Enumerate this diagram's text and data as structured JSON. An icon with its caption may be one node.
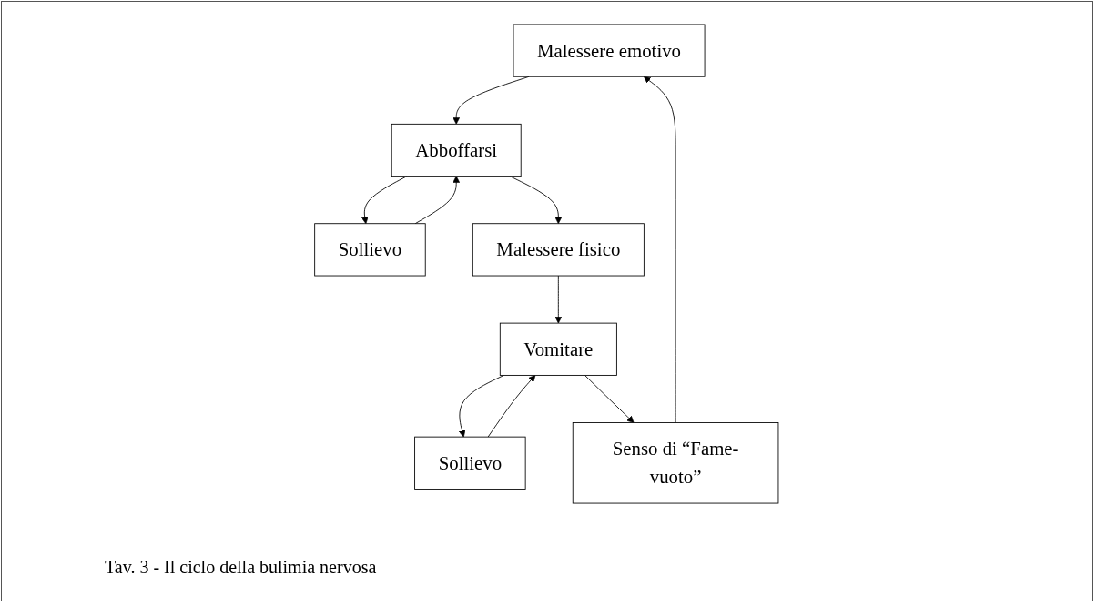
{
  "diagram": {
    "caption": "Tav. 3 - Il ciclo della bulimia nervosa",
    "nodes": [
      {
        "text": [
          "Malessere emotivo"
        ]
      },
      {
        "text": [
          "Abboffarsi"
        ]
      },
      {
        "text": [
          "Sollievo"
        ]
      },
      {
        "text": [
          "Malessere fisico"
        ]
      },
      {
        "text": [
          "Vomitare"
        ]
      },
      {
        "text": [
          "Sollievo"
        ]
      },
      {
        "text": [
          "Senso di “Fame-vuoto”"
        ]
      }
    ],
    "edges": [
      {
        "from": 0,
        "to": 1,
        "arrow": "to"
      },
      {
        "from": 2,
        "to": 1,
        "arrow": "to"
      },
      {
        "from": 1,
        "to": 2,
        "arrow": "to"
      },
      {
        "from": 1,
        "to": 3,
        "arrow": "to"
      },
      {
        "from": 3,
        "to": 4,
        "arrow": "to"
      },
      {
        "from": 5,
        "to": 4,
        "arrow": "to"
      },
      {
        "from": 4,
        "to": 5,
        "arrow": "to"
      },
      {
        "from": 4,
        "to": 6,
        "arrow": "to"
      },
      {
        "from": 6,
        "to": 0,
        "arrow": "to"
      }
    ]
  }
}
